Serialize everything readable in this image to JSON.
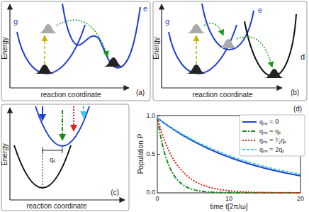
{
  "diagram": {
    "labels": [
      "Energy",
      "reaction coordinate",
      "g",
      "e",
      "(a)",
      "Energy",
      "reaction coordinate",
      "g",
      "e",
      "d",
      "(b)",
      "Energy",
      "reaction coordinate",
      "qₛ",
      "(c)",
      "Population P",
      "1.0",
      "0.5",
      "0.0",
      "0",
      "10",
      "20",
      "time t[2π/ω]",
      "(d)"
    ],
    "legend": [
      {
        "text": "qₙₑ = 0"
      },
      {
        "text": "qₙₑ = qₛ"
      },
      {
        "text": "qₙₑ = ³⁄₂qₛ"
      },
      {
        "text": "qₙₑ = 2qₛ"
      }
    ]
  }
}
